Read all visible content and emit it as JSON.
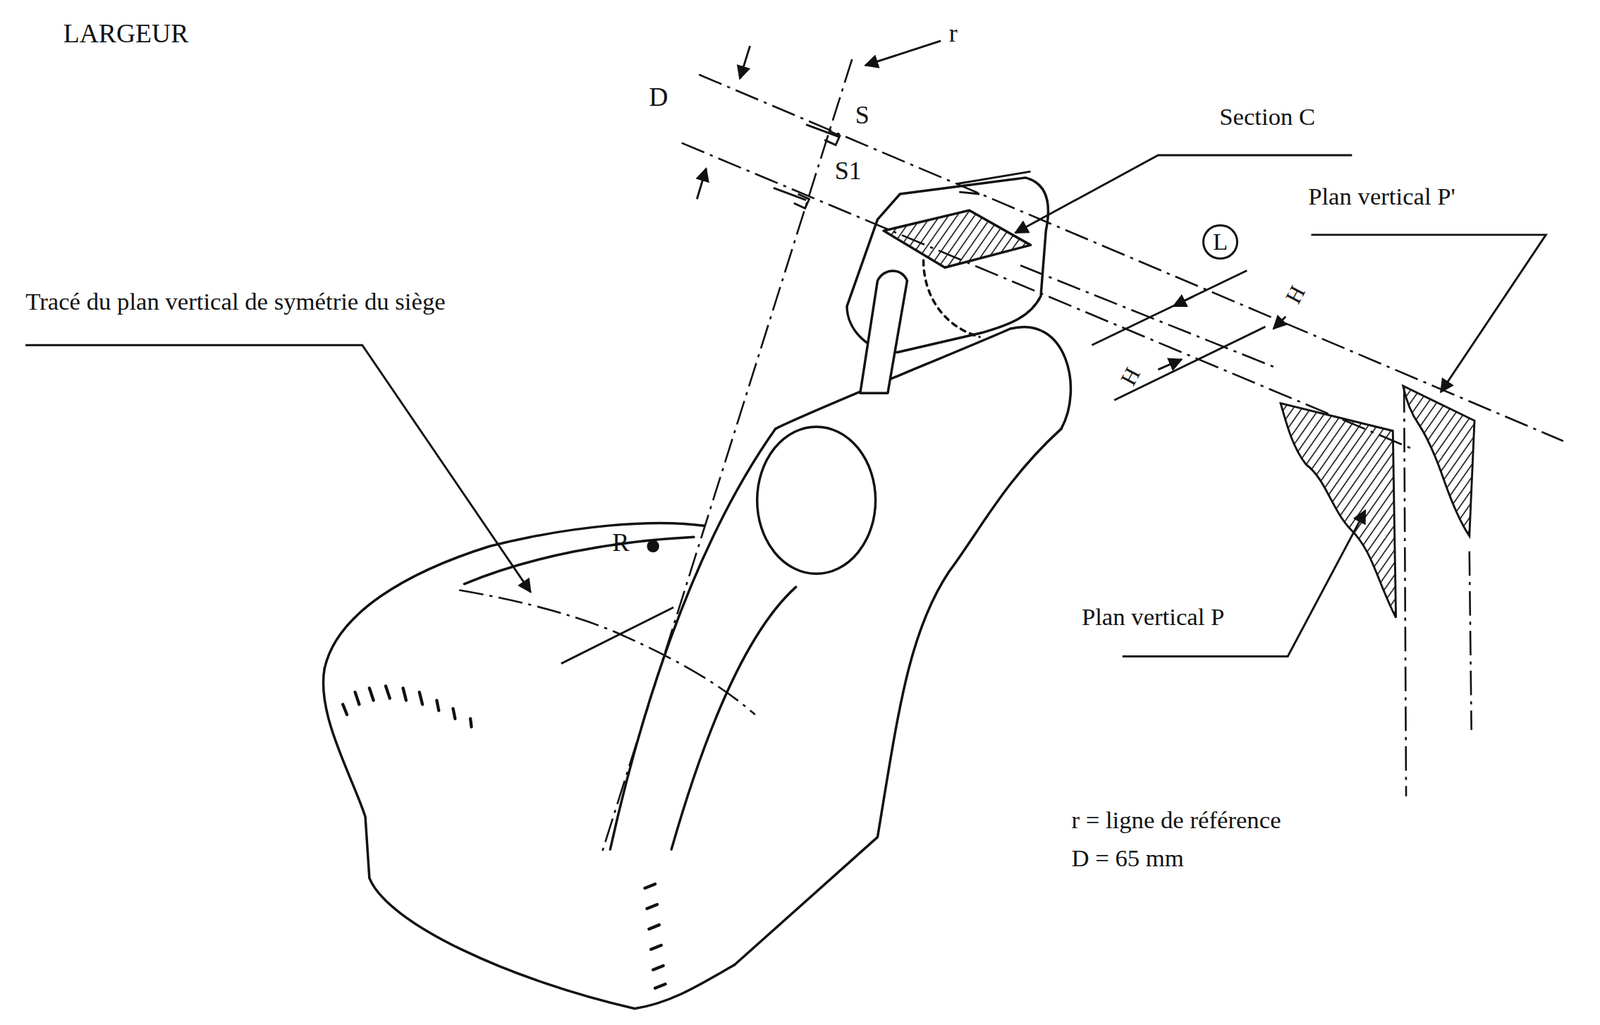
{
  "diagram": {
    "nodes": [
      {
        "text": [
          "L"
        ]
      }
    ],
    "edges": [],
    "labels": [
      "LARGEUR",
      "r",
      "D",
      "S",
      "S1",
      "Section C",
      "Plan vertical P'",
      "Tracé du plan vertical de symétrie du siège",
      "H",
      "H",
      "R",
      "Plan vertical P",
      "r = ligne de référence",
      "D = 65 mm"
    ]
  }
}
